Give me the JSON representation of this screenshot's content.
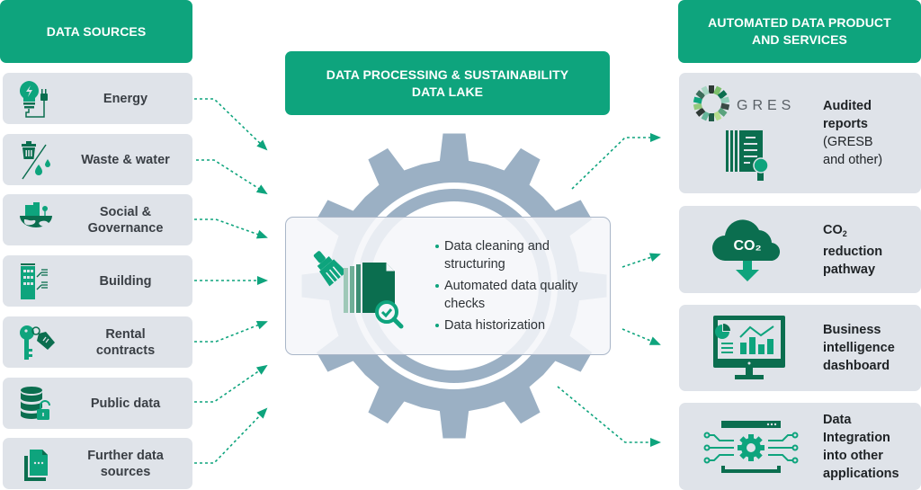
{
  "colors": {
    "accent_green": "#0ea47d",
    "dark_green": "#0b6e4f",
    "card_bg": "#dfe3e9",
    "gear": "#9bb0c4"
  },
  "left": {
    "header": "DATA SOURCES",
    "items": [
      {
        "lines": [
          "Energy"
        ],
        "icon": "lightbulb-plug-icon"
      },
      {
        "lines": [
          "Waste & water"
        ],
        "icon": "trash-water-drop-icon"
      },
      {
        "lines": [
          "Social &",
          "Governance"
        ],
        "icon": "earth-city-icon"
      },
      {
        "lines": [
          "Building"
        ],
        "icon": "building-icon"
      },
      {
        "lines": [
          "Rental",
          "contracts"
        ],
        "icon": "keys-tag-icon"
      },
      {
        "lines": [
          "Public data"
        ],
        "icon": "database-unlock-icon"
      },
      {
        "lines": [
          "Further data",
          "sources"
        ],
        "icon": "documents-icon"
      }
    ]
  },
  "center": {
    "header_line1": "DATA PROCESSING & SUSTAINABILITY",
    "header_line2": "DATA LAKE",
    "bullets": [
      "Data cleaning and structuring",
      "Automated data quality checks",
      "Data historization"
    ]
  },
  "right": {
    "header_line1": "AUTOMATED DATA PRODUCT",
    "header_line2": "AND SERVICES",
    "items": [
      {
        "logo_text": "GRESB",
        "bold": [
          "Audited",
          "reports"
        ],
        "normal": [
          "(GRESB",
          "and other)"
        ],
        "icon": "certificate-icon"
      },
      {
        "co2_main": "CO",
        "co2_sub": "2",
        "bold": [
          "reduction",
          "pathway"
        ],
        "icon_text": "CO₂",
        "icon": "co2-cloud-icon"
      },
      {
        "bold": [
          "Business",
          "intelligence",
          "dashboard"
        ],
        "icon": "monitor-dashboard-icon"
      },
      {
        "bold": [
          "Data",
          "Integration",
          "into other",
          "applications"
        ],
        "icon": "integration-gear-icon"
      }
    ]
  }
}
